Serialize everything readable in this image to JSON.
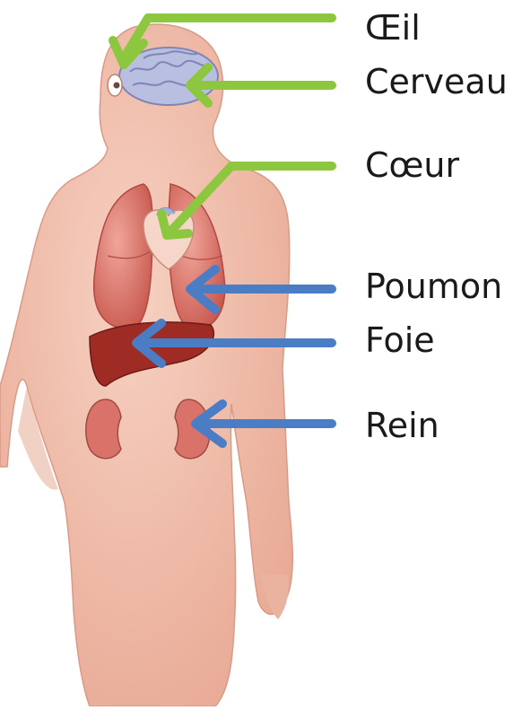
{
  "labels": {
    "oeil": "Œil",
    "cerveau": "Cerveau",
    "coeur": "Cœur",
    "poumon": "Poumon",
    "foie": "Foie",
    "rein": "Rein"
  },
  "colors": {
    "green_arrow": "#8dc63f",
    "blue_arrow": "#4a7dc4",
    "skin": "#f3c2b0",
    "skin_shadow": "#e0a08a",
    "organ": "#d9736a",
    "liver": "#9e2b24",
    "brain": "#b9bfe0"
  },
  "icons": {
    "body": "human-body-figure",
    "brain": "brain-icon",
    "eye": "eye-icon",
    "heart": "heart-icon",
    "lungs": "lungs-icon",
    "liver": "liver-icon",
    "kidneys": "kidneys-icon"
  }
}
